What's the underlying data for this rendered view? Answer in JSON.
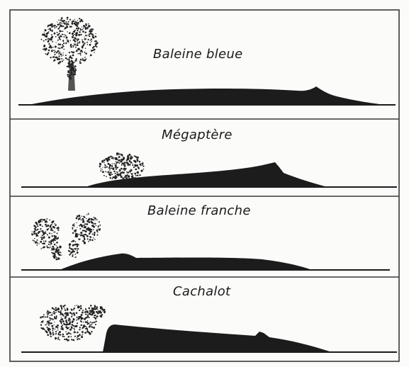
{
  "figure": {
    "colors": {
      "ink": "#1c1c1c",
      "frame": "#3a3a3a",
      "paper": "#fbfbfa",
      "spray": "#222222"
    },
    "whales": [
      {
        "name": "Baleine bleue",
        "spout": "single tall vertical column with round cloud"
      },
      {
        "name": "Mégaptère",
        "spout": "low bushy cloud"
      },
      {
        "name": "Baleine franche",
        "spout": "V-shaped double spout"
      },
      {
        "name": "Cachalot",
        "spout": "angled forward spout"
      }
    ]
  }
}
